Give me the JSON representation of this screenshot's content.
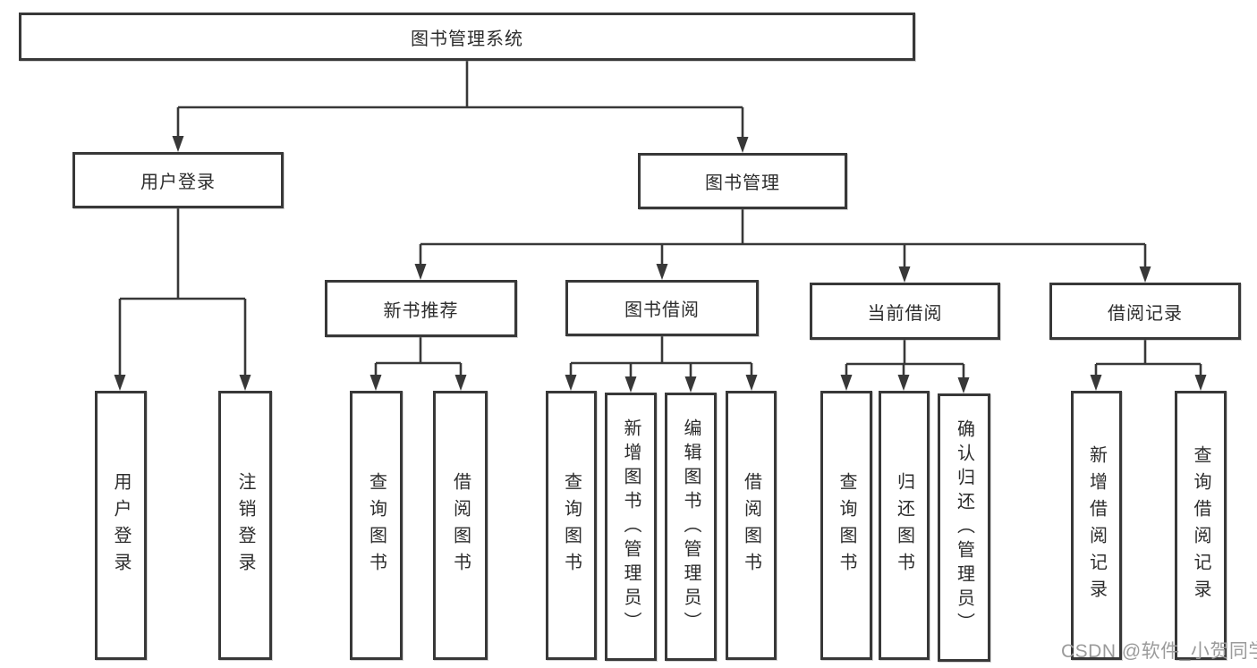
{
  "diagram": {
    "root": {
      "label": "图书管理系统"
    },
    "level2": [
      {
        "label": "用户登录"
      },
      {
        "label": "图书管理"
      }
    ],
    "login_children": [
      {
        "label": "用户登录"
      },
      {
        "label": "注销登录"
      }
    ],
    "mgmt_children": [
      {
        "label": "新书推荐"
      },
      {
        "label": "图书借阅"
      },
      {
        "label": "当前借阅"
      },
      {
        "label": "借阅记录"
      }
    ],
    "recommend_children": [
      {
        "label": "查询图书"
      },
      {
        "label": "借阅图书"
      }
    ],
    "borrow_children": [
      {
        "label": "查询图书"
      },
      {
        "label": "新增图书（管理员）"
      },
      {
        "label": "编辑图书（管理员）"
      },
      {
        "label": "借阅图书"
      }
    ],
    "current_children": [
      {
        "label": "查询图书"
      },
      {
        "label": "归还图书"
      },
      {
        "label": "确认归还（管理员）"
      }
    ],
    "record_children": [
      {
        "label": "新增借阅记录"
      },
      {
        "label": "查询借阅记录"
      }
    ]
  },
  "watermark": {
    "text": "CSDN @软件_小贺同学"
  },
  "colors": {
    "line": "#383838",
    "text": "#2d2d2d",
    "watermark": "#9b9b9b",
    "background": "#ffffff"
  }
}
